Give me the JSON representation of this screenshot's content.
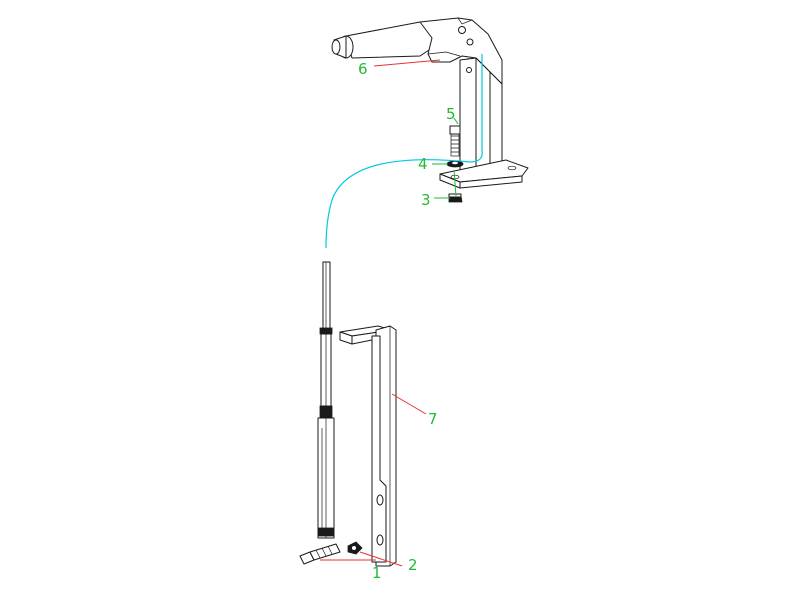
{
  "colors": {
    "line": "#1a1a1a",
    "cable": "#00c8e0",
    "leader": "#e53333",
    "label": "#22bb33",
    "background": "#ffffff"
  },
  "callouts": [
    {
      "id": "1",
      "label": "1"
    },
    {
      "id": "2",
      "label": "2"
    },
    {
      "id": "3",
      "label": "3"
    },
    {
      "id": "4",
      "label": "4"
    },
    {
      "id": "5",
      "label": "5"
    },
    {
      "id": "6",
      "label": "6"
    },
    {
      "id": "7",
      "label": "7"
    }
  ]
}
